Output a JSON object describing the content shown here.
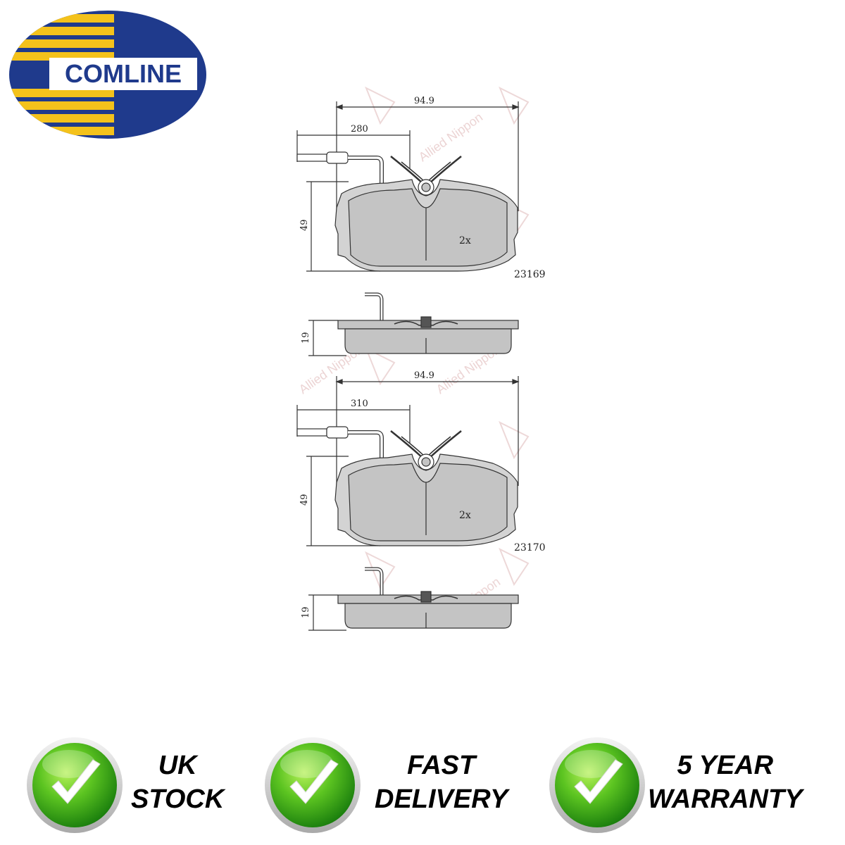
{
  "logo": {
    "text": "COMLINE",
    "colors": {
      "navy": "#1f3a8c",
      "yellow": "#f4c21b",
      "text_bg": "#ffffff"
    }
  },
  "drawing": {
    "watermark": "Allied Nippon",
    "colors": {
      "pad_fill": "#c8c8c8",
      "line": "#333333",
      "watermark": "#d8a9a9"
    },
    "pads": [
      {
        "width_label": "94.9",
        "wire_label": "280",
        "height_label": "49",
        "quantity_label": "2x",
        "part_number": "23169",
        "thickness_label": "19"
      },
      {
        "width_label": "94.9",
        "wire_label": "310",
        "height_label": "49",
        "quantity_label": "2x",
        "part_number": "23170",
        "thickness_label": "19"
      }
    ]
  },
  "badges": [
    {
      "icon": "check-circle-icon",
      "line1": "UK",
      "line2": "STOCK"
    },
    {
      "icon": "check-circle-icon",
      "line1": "FAST",
      "line2": "DELIVERY"
    },
    {
      "icon": "check-circle-icon",
      "line1": "5 YEAR",
      "line2": "WARRANTY"
    }
  ],
  "colors": {
    "check_green_light": "#7ddc2e",
    "check_green_dark": "#1c8f10",
    "check_mark": "#ffffff"
  }
}
